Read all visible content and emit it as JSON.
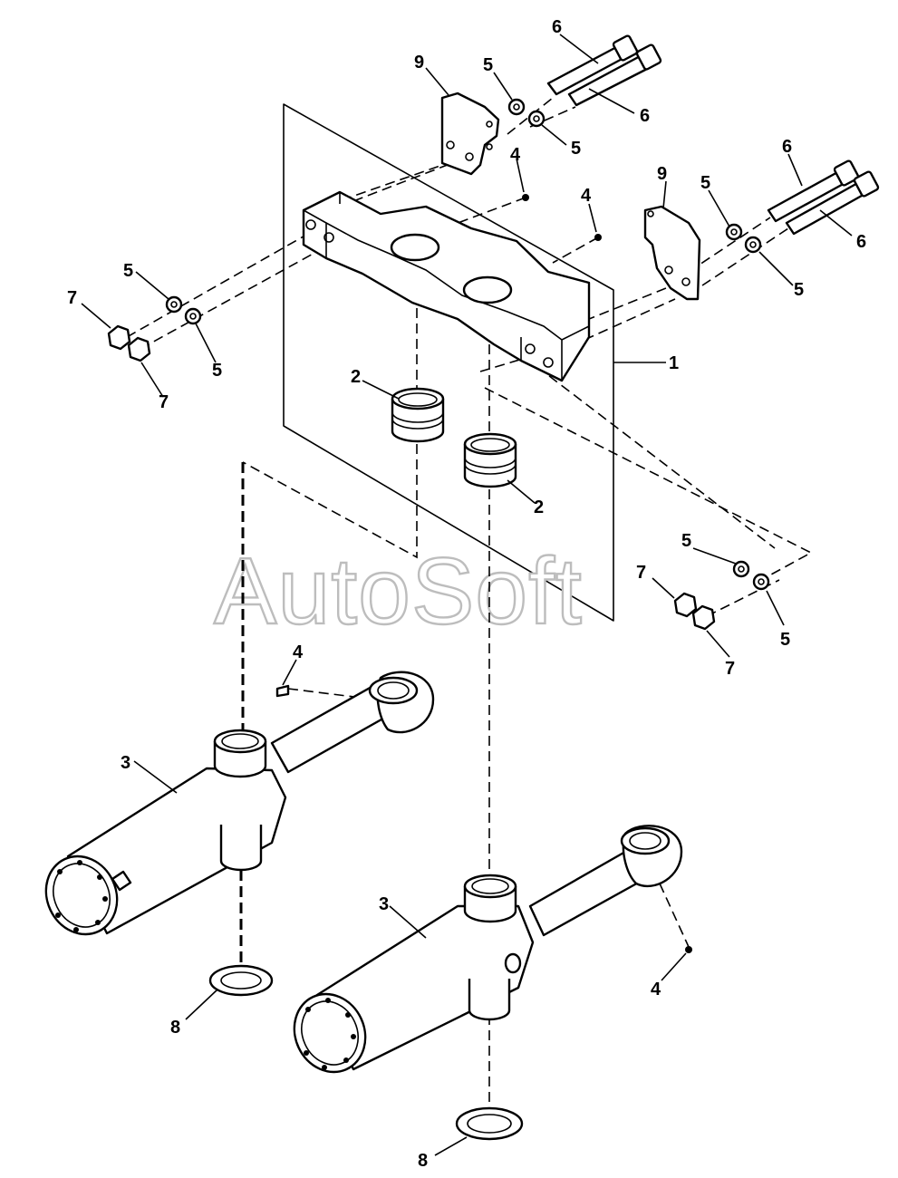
{
  "watermark": "AutoSoft",
  "callouts": {
    "c1": "1",
    "c2a": "2",
    "c2b": "2",
    "c3a": "3",
    "c3b": "3",
    "c4a": "4",
    "c4b": "4",
    "c4c": "4",
    "c4d": "4",
    "c5a": "5",
    "c5b": "5",
    "c5c": "5",
    "c5d": "5",
    "c5e": "5",
    "c5f": "5",
    "c5g": "5",
    "c5h": "5",
    "c6a": "6",
    "c6b": "6",
    "c6c": "6",
    "c6d": "6",
    "c7a": "7",
    "c7b": "7",
    "c7c": "7",
    "c7d": "7",
    "c8a": "8",
    "c8b": "8",
    "c9a": "9",
    "c9b": "9"
  }
}
